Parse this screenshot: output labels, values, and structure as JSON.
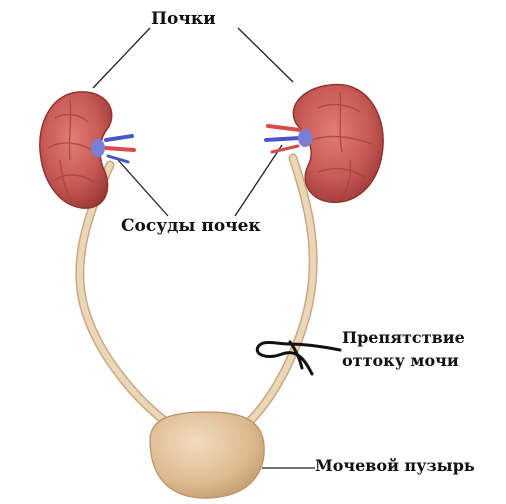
{
  "labels": {
    "kidneys": "Почки",
    "renal_vessels": "Сосуды почек",
    "obstruction_line1": "Препятствие",
    "obstruction_line2": "оттоку мочи",
    "bladder": "Мочевой пузырь"
  },
  "colors": {
    "kidney": "#c85a55",
    "kidney_dark": "#9e3b38",
    "ureter": "#e6ccaa",
    "bladder": "#ddb98e",
    "artery": "#d94a4a",
    "vein": "#4a55c8",
    "obstruction_mark": "#111111"
  }
}
